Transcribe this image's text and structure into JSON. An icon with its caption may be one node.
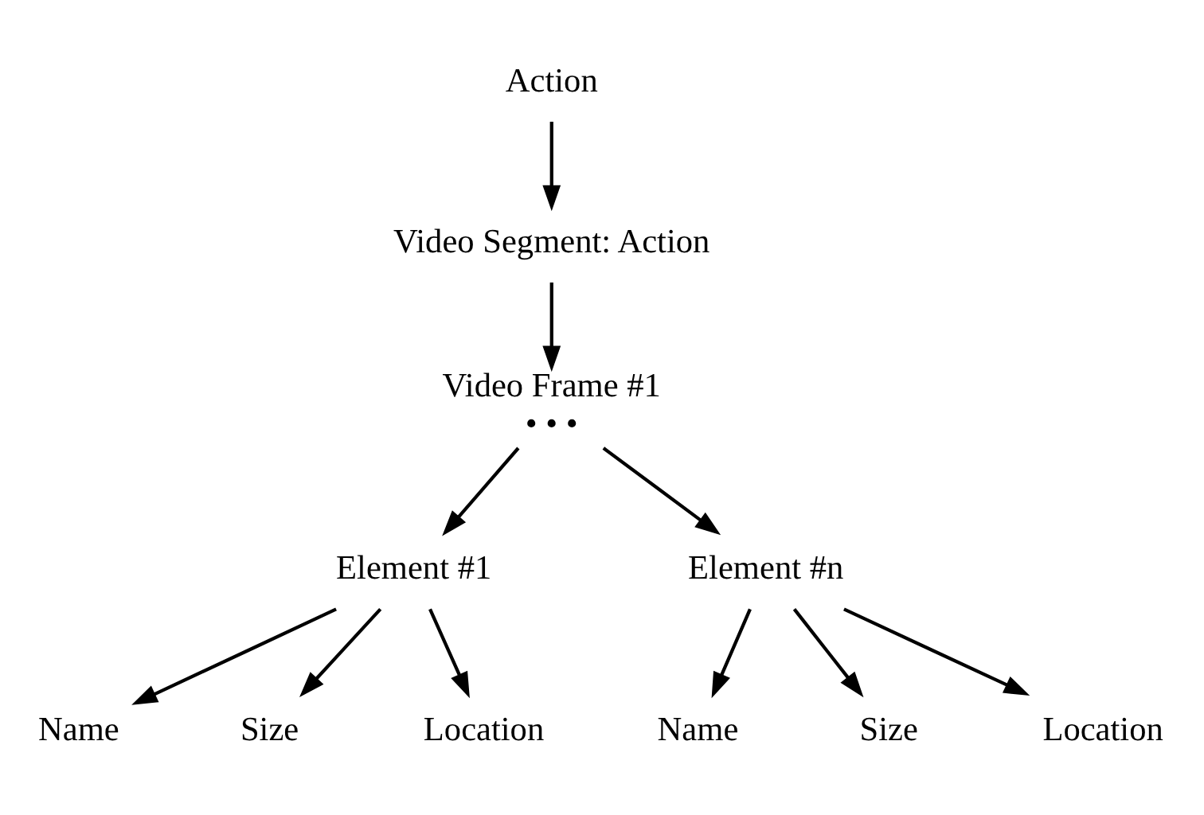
{
  "diagram": {
    "nodes": [
      {
        "text": [
          "Action"
        ]
      },
      {
        "text": [
          "Video Segment: Action"
        ]
      },
      {
        "text": [
          "Video Frame #1"
        ],
        "beside": [
          "• • •"
        ]
      },
      {
        "text": [
          "Element #1"
        ]
      },
      {
        "text": [
          "Element #n"
        ]
      },
      {
        "text": [
          "Name"
        ]
      },
      {
        "text": [
          "Size"
        ]
      },
      {
        "text": [
          "Location"
        ]
      },
      {
        "text": [
          "Name"
        ]
      },
      {
        "text": [
          "Size"
        ]
      },
      {
        "text": [
          "Location"
        ]
      }
    ],
    "edges": [
      {
        "from": 0,
        "to": 1,
        "arrow": "to"
      },
      {
        "from": 1,
        "to": 2,
        "arrow": "to"
      },
      {
        "from": 2,
        "to": 3,
        "arrow": "to"
      },
      {
        "from": 2,
        "to": 4,
        "arrow": "to"
      },
      {
        "from": 3,
        "to": 5,
        "arrow": "to"
      },
      {
        "from": 3,
        "to": 6,
        "arrow": "to"
      },
      {
        "from": 3,
        "to": 7,
        "arrow": "to"
      },
      {
        "from": 4,
        "to": 8,
        "arrow": "to"
      },
      {
        "from": 4,
        "to": 9,
        "arrow": "to"
      },
      {
        "from": 4,
        "to": 10,
        "arrow": "to"
      }
    ]
  }
}
